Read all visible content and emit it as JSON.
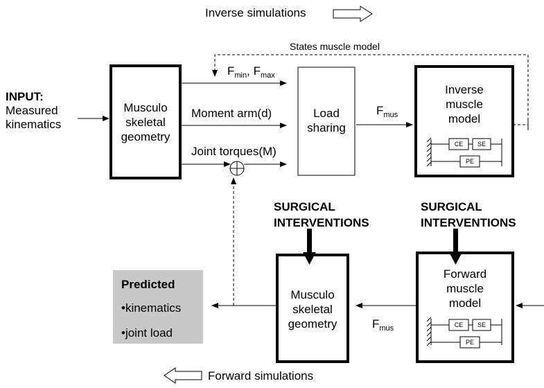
{
  "header": {
    "inverse_label": "Inverse simulations",
    "states_label": "States muscle model",
    "forward_label": "Forward simulations"
  },
  "input": {
    "title": "INPUT:",
    "lines": [
      "Measured",
      "kinematics"
    ]
  },
  "musculo_top": {
    "lines": [
      "Musculo",
      "skeletal",
      "geometry"
    ]
  },
  "signals": {
    "f_letter": "F",
    "f_min_sub": "min",
    "separator": ", ",
    "f_max_sub": "max",
    "moment_arm": "Moment arm(d)",
    "joint_torques": "Joint torques(M)"
  },
  "load_sharing": {
    "lines": [
      "Load",
      "sharing"
    ]
  },
  "fmus_top": {
    "letter": "F",
    "sub": "mus"
  },
  "inverse_model": {
    "lines": [
      "Inverse",
      "muscle",
      "model"
    ]
  },
  "muscle_elements": {
    "ce": "CE",
    "se": "SE",
    "pe": "PE"
  },
  "surgical_left": {
    "lines": [
      "SURGICAL",
      "INTERVENTIONS"
    ]
  },
  "surgical_right": {
    "lines": [
      "SURGICAL",
      "INTERVENTIONS"
    ]
  },
  "predicted": {
    "title": "Predicted",
    "items": [
      "•kinematics",
      "•joint load"
    ],
    "fill_color": "#c8c8c8"
  },
  "musculo_bottom": {
    "lines": [
      "Musculo",
      "skeletal",
      "geometry"
    ]
  },
  "fmus_bottom": {
    "letter": "F",
    "sub": "mus"
  },
  "forward_model": {
    "lines": [
      "Forward",
      "muscle",
      "model"
    ]
  }
}
